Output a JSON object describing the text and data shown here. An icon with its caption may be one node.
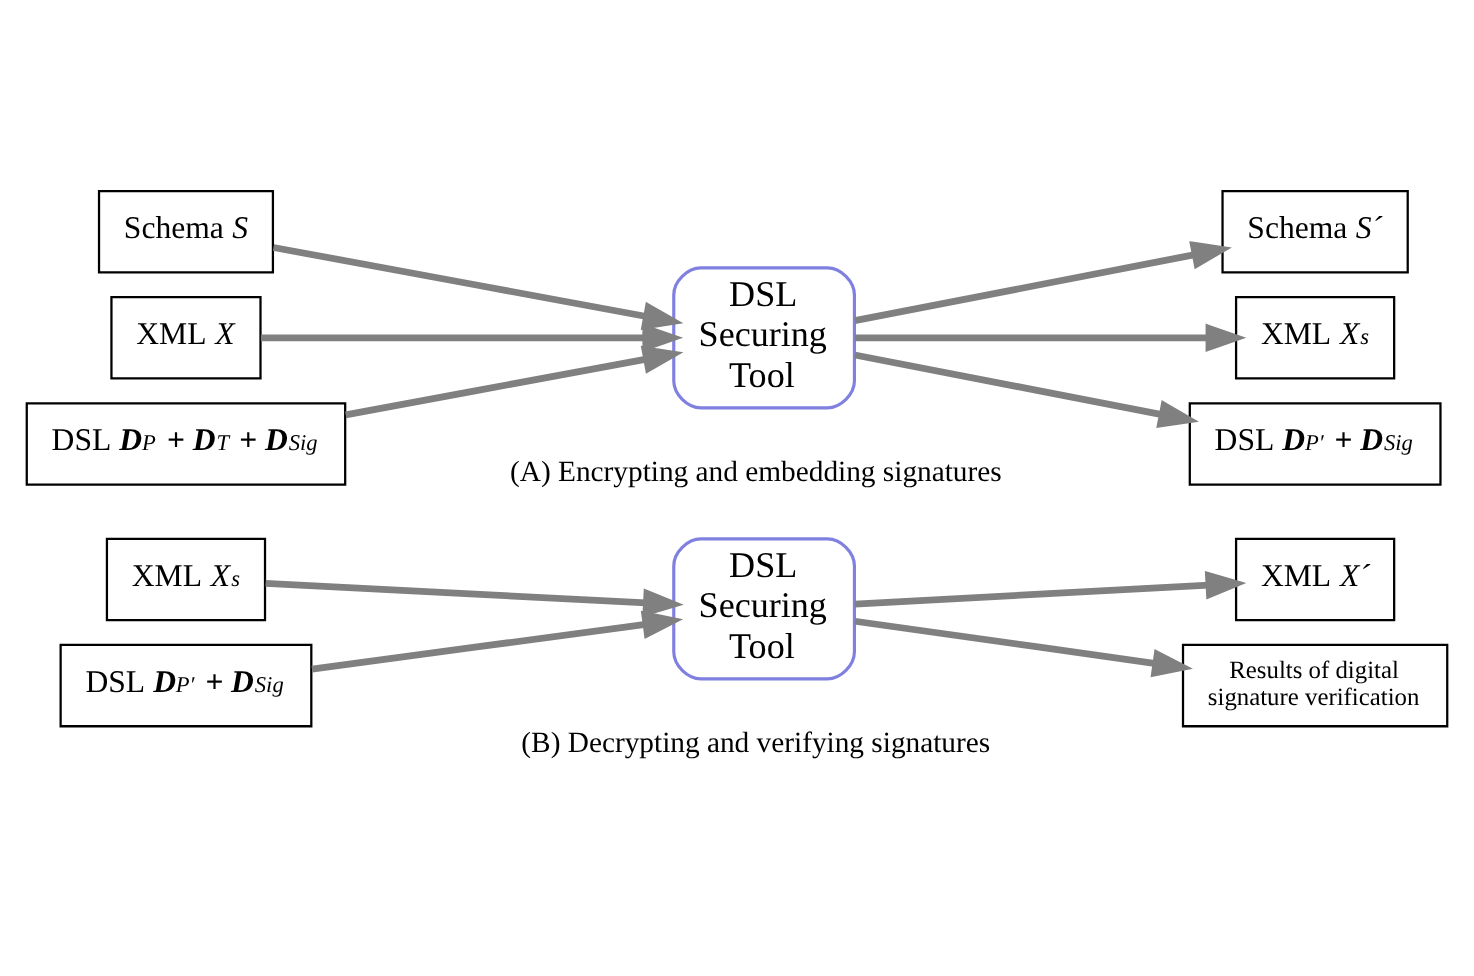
{
  "diagram": {
    "nodes": [
      {
        "text": [
          "Schema *S*"
        ]
      },
      {
        "text": [
          "XML *X*"
        ]
      },
      {
        "text": [
          "DSL **D**$_{P}$ **+ D**$_{T}$ **+ D**$_{Sig}$"
        ]
      },
      {
        "text": [
          "DSL Securing Tool"
        ]
      },
      {
        "text": [
          "Schema *S´*"
        ]
      },
      {
        "text": [
          "XML *X*$_{s}$"
        ]
      },
      {
        "text": [
          "DSL **D**$_{P′}$ **+ D**$_{Sig}$"
        ]
      },
      {
        "text": [
          "XML *X*$_{s}$"
        ]
      },
      {
        "text": [
          "DSL **D**$_{P′}$ **+ D**$_{Sig}$"
        ]
      },
      {
        "text": [
          "DSL Securing Tool"
        ]
      },
      {
        "text": [
          "XML *X´*"
        ]
      },
      {
        "text": [
          "Results of digital signature verification"
        ]
      }
    ],
    "edges": [
      {
        "from": 0,
        "to": 3,
        "arrow": "to"
      },
      {
        "from": 1,
        "to": 3,
        "arrow": "to"
      },
      {
        "from": 2,
        "to": 3,
        "arrow": "to"
      },
      {
        "from": 3,
        "to": 4,
        "arrow": "to"
      },
      {
        "from": 3,
        "to": 5,
        "arrow": "to"
      },
      {
        "from": 3,
        "to": 6,
        "arrow": "to"
      },
      {
        "from": 7,
        "to": 9,
        "arrow": "to"
      },
      {
        "from": 8,
        "to": 9,
        "arrow": "to"
      },
      {
        "from": 9,
        "to": 10,
        "arrow": "to"
      },
      {
        "from": 9,
        "to": 11,
        "arrow": "to"
      }
    ],
    "labels": [
      "(A) Encrypting and embedding signatures",
      "(B) Decrypting and verifying signatures"
    ]
  }
}
